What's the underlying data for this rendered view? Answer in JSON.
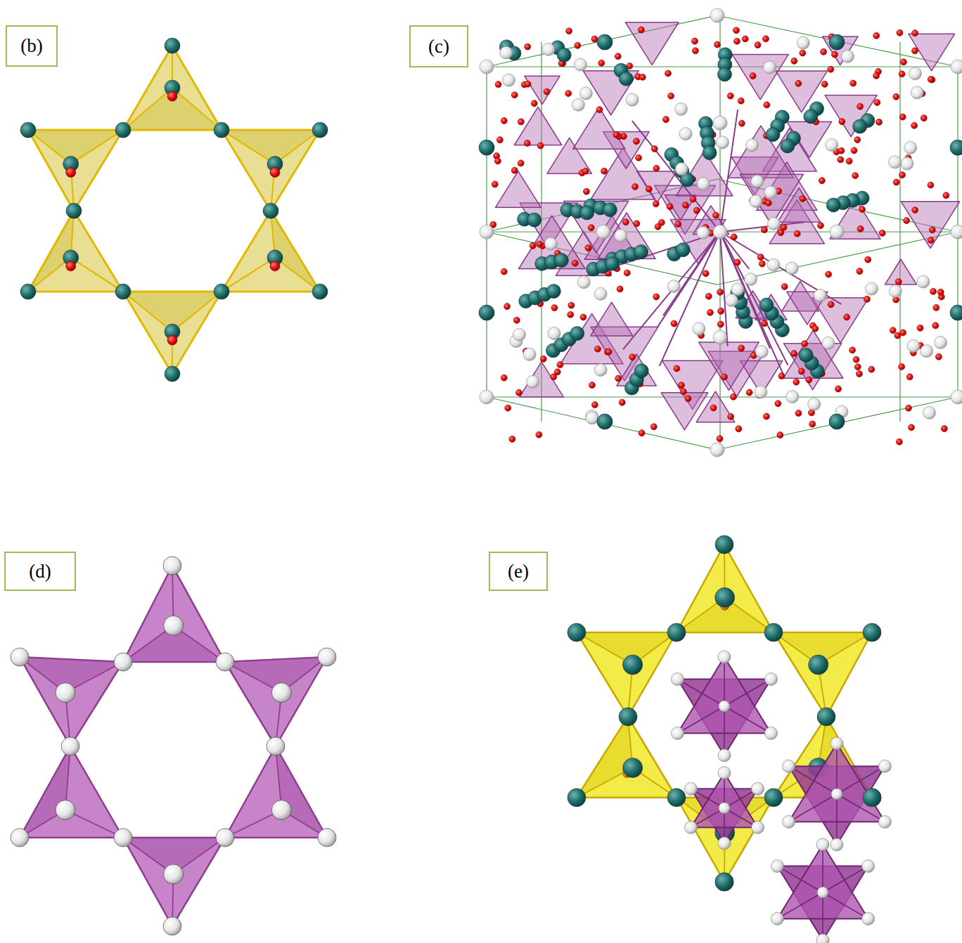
{
  "diagram": {
    "nodes": [
      {
        "text": [
          "(b)"
        ]
      },
      {
        "text": [
          "(c)"
        ]
      },
      {
        "text": [
          "(d)"
        ]
      },
      {
        "text": [
          "(e)"
        ]
      }
    ]
  }
}
